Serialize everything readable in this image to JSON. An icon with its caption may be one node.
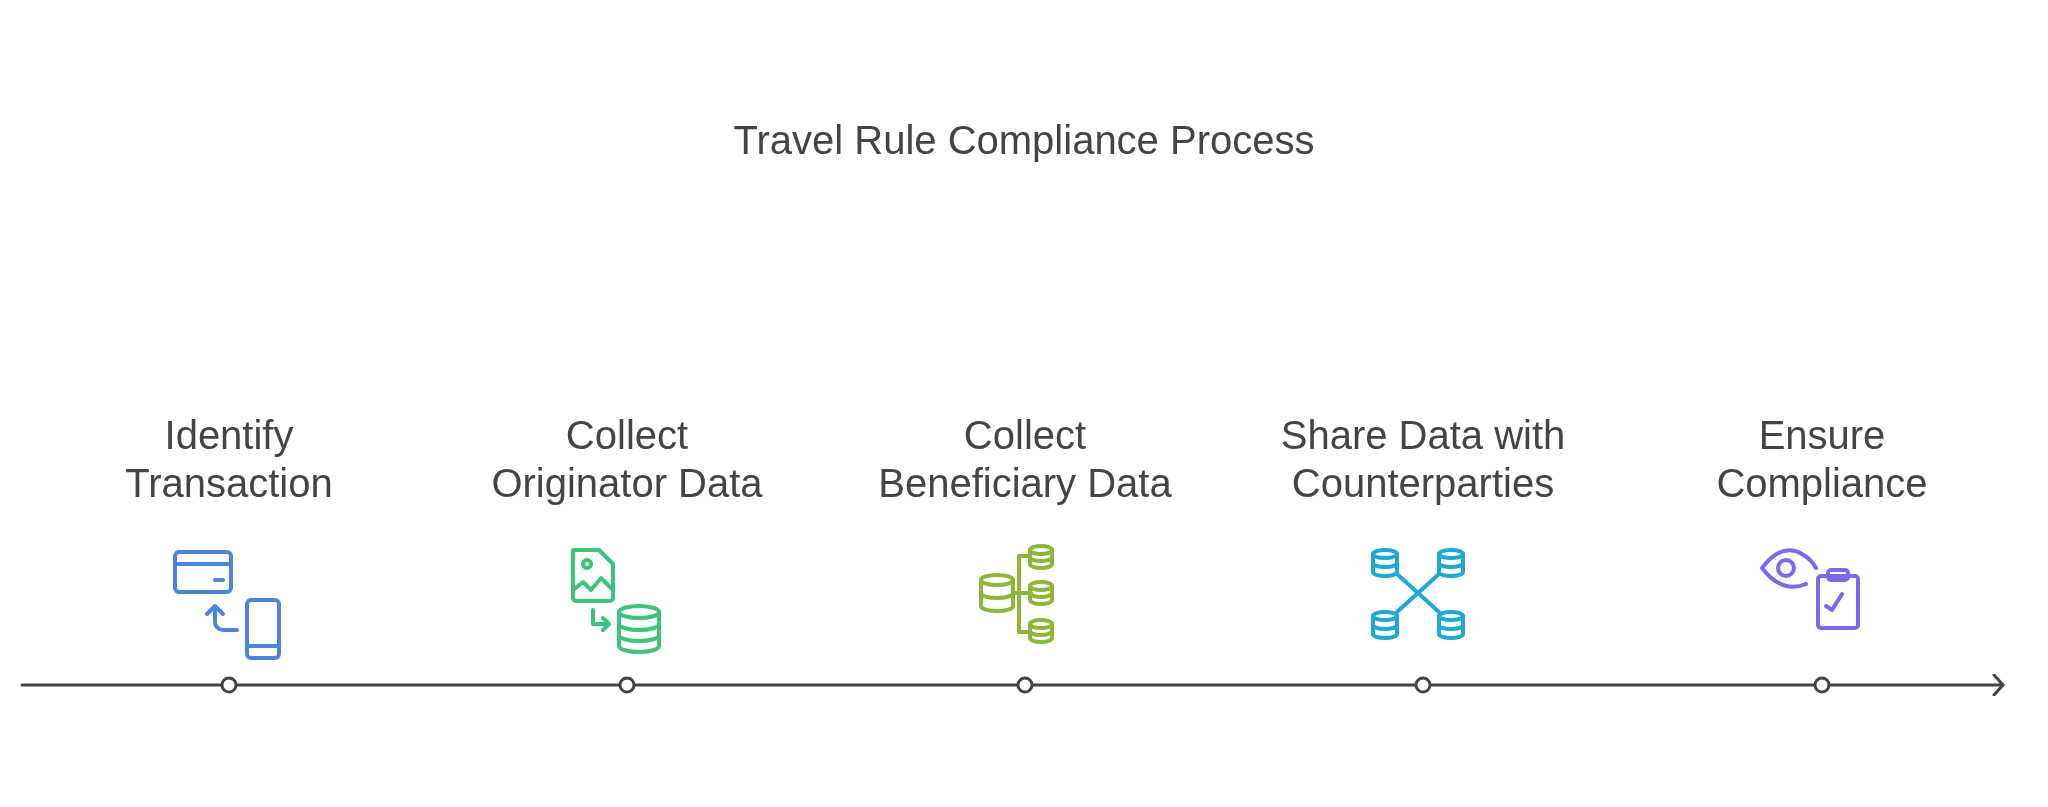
{
  "diagram": {
    "title": "Travel Rule Compliance Process",
    "nodes": [
      {
        "text": [],
        "shape": "circle"
      },
      {
        "text": [],
        "shape": "circle"
      },
      {
        "text": [],
        "shape": "circle"
      },
      {
        "text": [],
        "shape": "circle"
      },
      {
        "text": [],
        "shape": "circle"
      }
    ],
    "edges": [
      {
        "from": null,
        "to": 0,
        "arrow": "none"
      },
      {
        "from": 0,
        "to": 1,
        "arrow": "none"
      },
      {
        "from": 1,
        "to": 2,
        "arrow": "none"
      },
      {
        "from": 2,
        "to": 3,
        "arrow": "none"
      },
      {
        "from": 3,
        "to": 4,
        "arrow": "none"
      },
      {
        "from": 4,
        "to": null,
        "arrow": "to"
      }
    ],
    "labels": [
      "Identify Transaction",
      "Collect Originator Data",
      "Collect Beneficiary Data",
      "Share Data with Counterparties",
      "Ensure Compliance"
    ]
  }
}
